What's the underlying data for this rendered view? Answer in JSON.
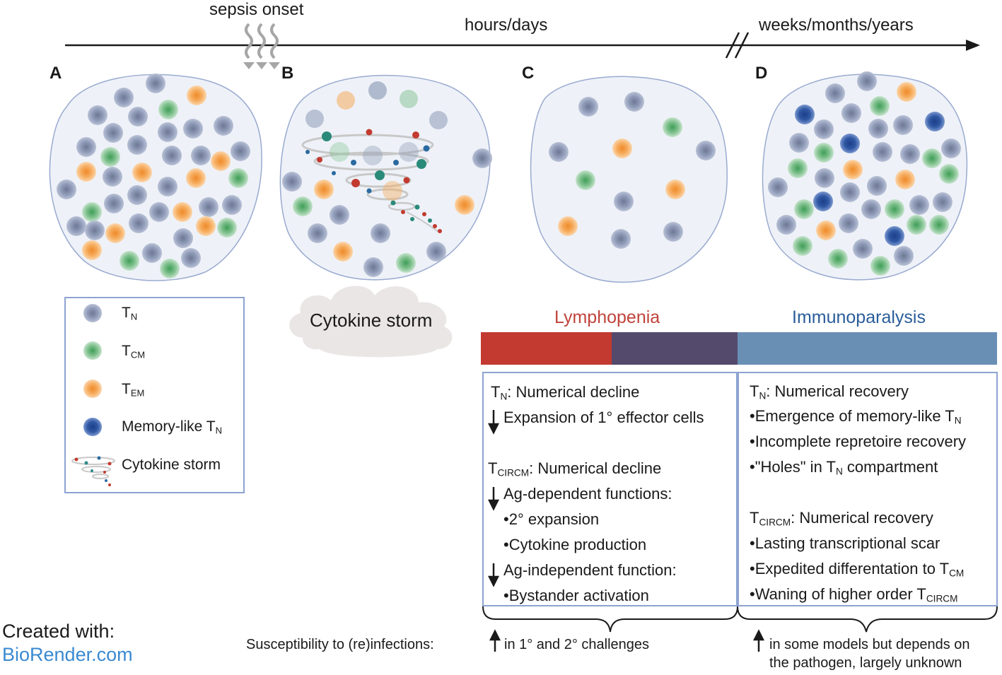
{
  "timeline": {
    "sepsis_onset": "sepsis onset",
    "hours_days": "hours/days",
    "weeks_months_years": "weeks/months/years"
  },
  "panels": {
    "a": "A",
    "b": "B",
    "c": "C",
    "d": "D"
  },
  "legend": {
    "items": [
      {
        "symbol": "T",
        "sub": "N",
        "color": "#8f9bb8"
      },
      {
        "symbol": "T",
        "sub": "CM",
        "color": "#7fc08d"
      },
      {
        "symbol": "T",
        "sub": "EM",
        "color": "#f2a65a"
      },
      {
        "symbol": "Memory-like T",
        "sub": "N",
        "color": "#2f57a3"
      },
      {
        "symbol": "Cytokine storm",
        "sub": ""
      }
    ]
  },
  "cytokine_storm_label": "Cytokine storm",
  "phases": {
    "lymphopenia": "Lymphopenia",
    "immunoparalysis": "Immunoparalysis",
    "colors": {
      "red": "#c23a30",
      "purple": "#544a6b",
      "blue": "#6a8fb5",
      "lymph_text": "#c0433b",
      "immuno_text": "#2a5d9a"
    }
  },
  "left_box": {
    "tn_head_t": "T",
    "tn_head_sub": "N",
    "tn_head_rest": ": Numerical decline",
    "tn_down": "Expansion of 1° effector cells",
    "tc_head_t": "T",
    "tc_head_sub": "CIRCM",
    "tc_head_rest": ": Numerical decline",
    "agdep": "Ag-dependent functions:",
    "agdep_1": "•2° expansion",
    "agdep_2": "•Cytokine production",
    "agind": "Ag-independent function:",
    "agind_1": "•Bystander activation"
  },
  "right_box": {
    "tn_head_t": "T",
    "tn_head_sub": "N",
    "tn_head_rest": ": Numerical recovery",
    "b1_main": "•Emergence of memory-like T",
    "b1_sub": "N",
    "b2": "•Incomplete repretoire recovery",
    "b3_main": "•\"Holes\" in  T",
    "b3_sub": "N",
    "b3_rest": " compartment",
    "tc_head_t": "T",
    "tc_head_sub": "CIRCM",
    "tc_head_rest": ": Numerical recovery",
    "c1": "•Lasting transcriptional scar",
    "c2_main": "•Expedited differentation to T",
    "c2_sub": "CM",
    "c3_main": "•Waning of higher order T",
    "c3_sub": "CIRCM"
  },
  "susceptibility": {
    "label": "Susceptibility to (re)infections:",
    "left": "in 1° and 2° challenges",
    "right_1": "in some models but depends on",
    "right_2": "the pathogen, largely unknown"
  },
  "credit": {
    "line1": "Created with:",
    "line2": "BioRender.com",
    "color": "#3a8ad1"
  }
}
